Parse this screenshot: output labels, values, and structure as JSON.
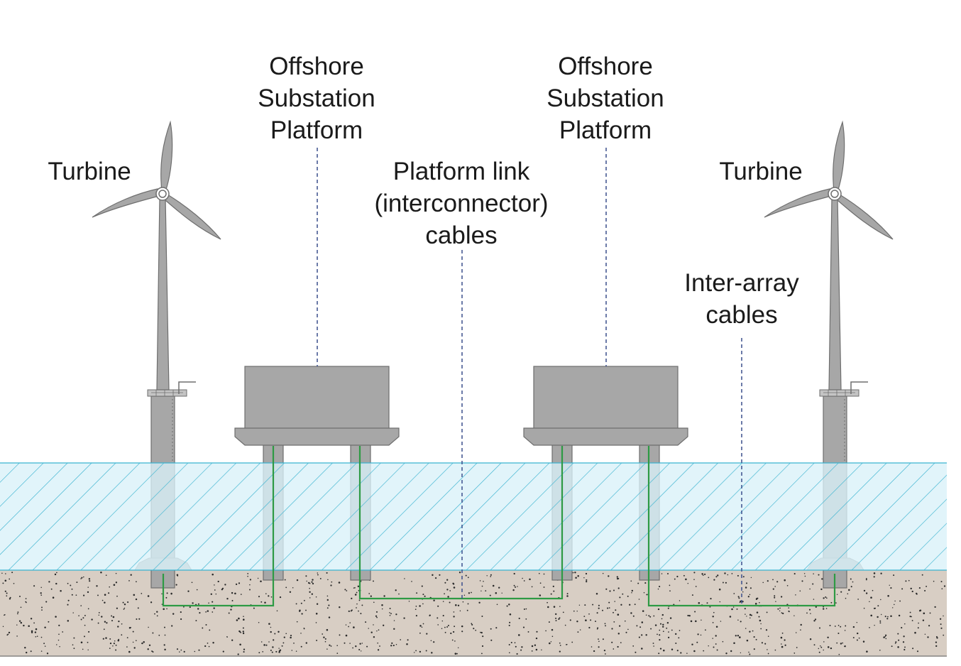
{
  "labels": {
    "turbine_left": "Turbine",
    "turbine_right": "Turbine",
    "substation_left": [
      "Offshore",
      "Substation",
      "Platform"
    ],
    "substation_right": [
      "Offshore",
      "Substation",
      "Platform"
    ],
    "platform_link": [
      "Platform link",
      "(interconnector)",
      "cables"
    ],
    "inter_array": [
      "Inter-array",
      "cables"
    ]
  },
  "colors": {
    "sea_fill": "#d9f1f8",
    "sea_hatch": "#3bb3d0",
    "seabed": "#d8cec4",
    "structure": "#a7a7a7",
    "structure_stroke": "#6e6e6e",
    "cable": "#2e9a44",
    "leader_line": "#3a4f8c"
  }
}
